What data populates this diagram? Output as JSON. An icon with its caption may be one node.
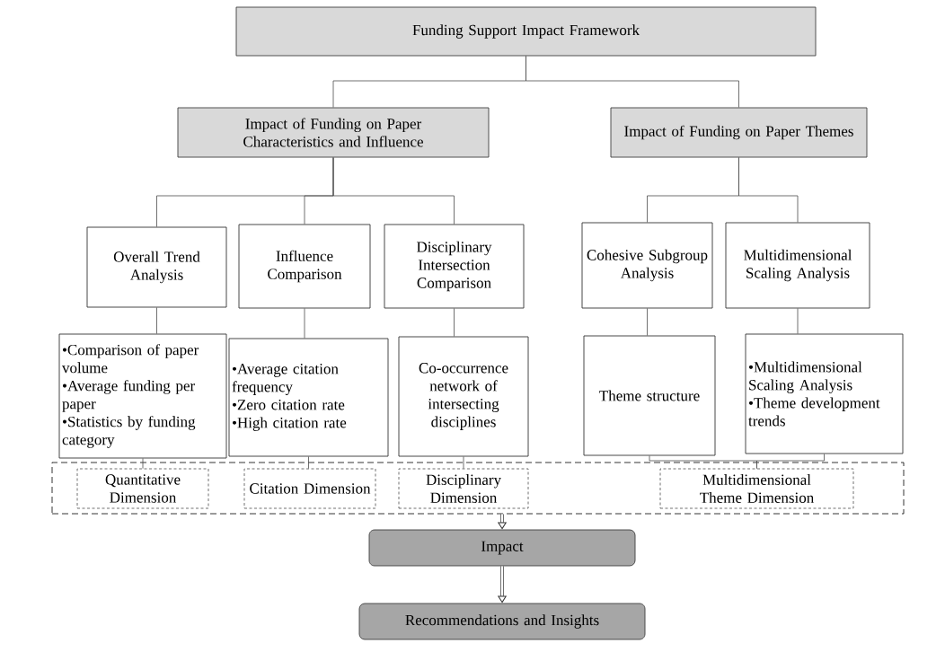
{
  "diagram": {
    "nodes": [
      {
        "text": [
          "Funding Support Impact Framework"
        ]
      },
      {
        "text": [
          "Impact of Funding on Paper Characteristics and Influence"
        ]
      },
      {
        "text": [
          "Impact of Funding on Paper Themes"
        ]
      },
      {
        "text": [
          "Overall Trend Analysis"
        ]
      },
      {
        "text": [
          "Influence Comparison"
        ]
      },
      {
        "text": [
          "Disciplinary Intersection Comparison"
        ]
      },
      {
        "text": [
          "Cohesive Subgroup Analysis"
        ]
      },
      {
        "text": [
          "Multidimensional Scaling Analysis"
        ]
      },
      {
        "text": [
          "•Comparison of paper volume",
          "•Average funding per paper",
          "•Statistics by funding category"
        ]
      },
      {
        "text": [
          "•Average citation frequency",
          "•Zero citation rate",
          "•High citation rate"
        ]
      },
      {
        "text": [
          "Co-occurrence network of intersecting disciplines"
        ]
      },
      {
        "text": [
          "Theme structure"
        ]
      },
      {
        "text": [
          "•Multidimensional Scaling Analysis",
          "•Theme development trends"
        ]
      },
      {
        "text": [],
        "shape": "box"
      },
      {
        "text": [
          "Quantitative Dimension"
        ],
        "in": 13
      },
      {
        "text": [
          "Citation Dimension"
        ],
        "in": 13
      },
      {
        "text": [
          "Disciplinary Dimension"
        ],
        "in": 13
      },
      {
        "text": [
          "Multidimensional Theme Dimension"
        ],
        "in": 13
      },
      {
        "text": [
          "Impact"
        ]
      },
      {
        "text": [
          "Recommendations and Insights"
        ]
      }
    ],
    "edges": [
      {
        "from": 0,
        "to": 1,
        "arrow": "none"
      },
      {
        "from": 0,
        "to": 2,
        "arrow": "none"
      },
      {
        "from": 1,
        "to": 3,
        "arrow": "none"
      },
      {
        "from": 1,
        "to": 4,
        "arrow": "none"
      },
      {
        "from": 1,
        "to": 5,
        "arrow": "none"
      },
      {
        "from": 2,
        "to": 6,
        "arrow": "none"
      },
      {
        "from": 2,
        "to": 7,
        "arrow": "none"
      },
      {
        "from": 3,
        "to": 8,
        "arrow": "none"
      },
      {
        "from": 4,
        "to": 9,
        "arrow": "none"
      },
      {
        "from": 5,
        "to": 10,
        "arrow": "none"
      },
      {
        "from": 6,
        "to": 11,
        "arrow": "none"
      },
      {
        "from": 7,
        "to": 12,
        "arrow": "none"
      },
      {
        "from": 8,
        "to": 14,
        "arrow": "none"
      },
      {
        "from": 9,
        "to": 15,
        "arrow": "none"
      },
      {
        "from": 10,
        "to": 16,
        "arrow": "none"
      },
      {
        "from": 11,
        "to": 17,
        "arrow": "none"
      },
      {
        "from": 12,
        "to": 17,
        "arrow": "none"
      },
      {
        "from": 13,
        "to": 18,
        "arrow": "to",
        "style": "thick"
      },
      {
        "from": 18,
        "to": 19,
        "arrow": "to",
        "style": "thick"
      }
    ]
  }
}
